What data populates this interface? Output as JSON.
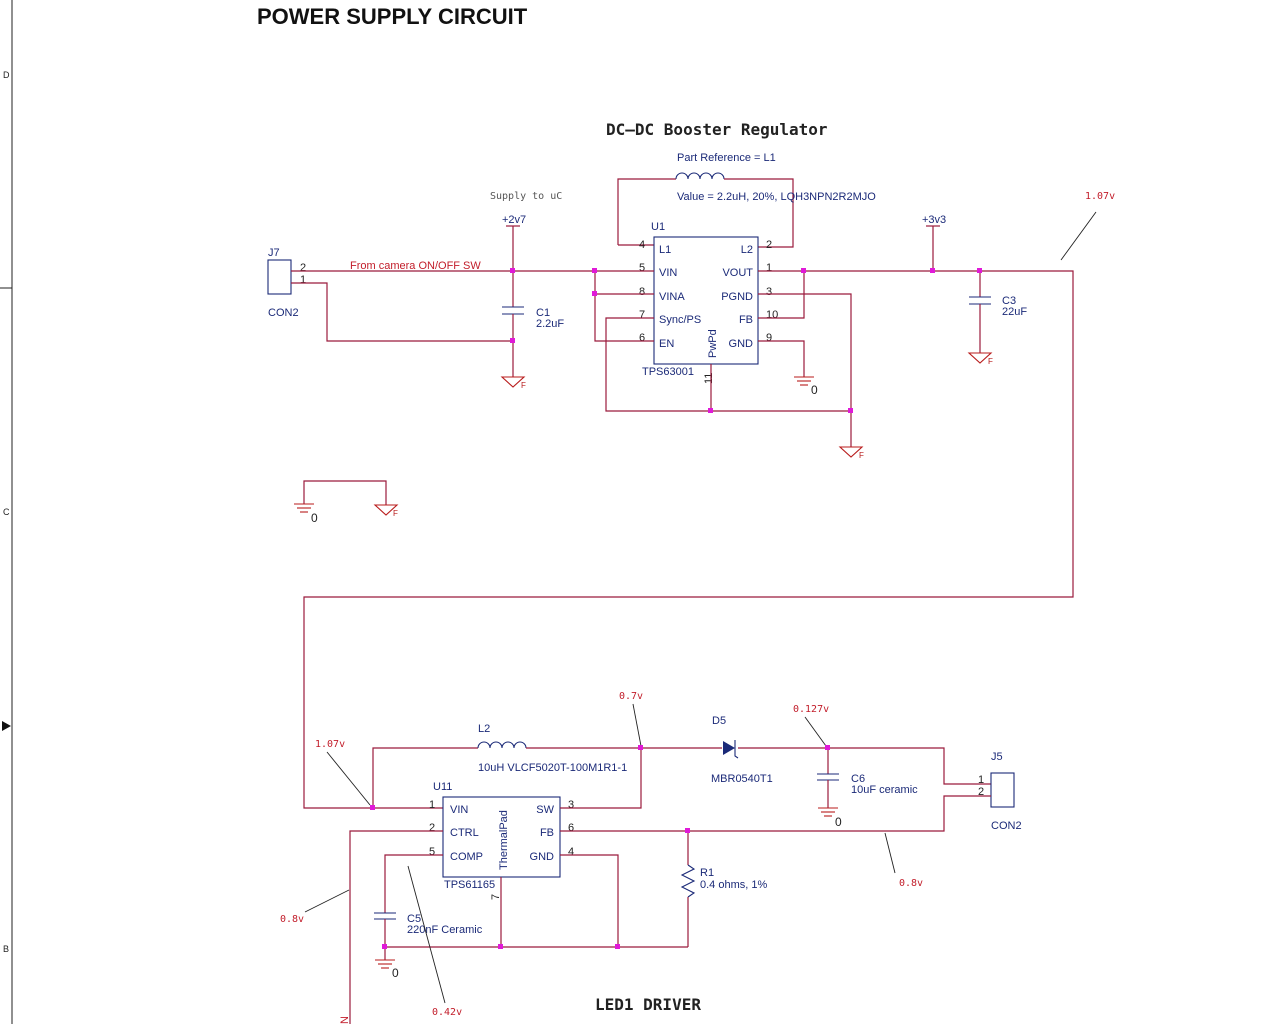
{
  "title": "POWER SUPPLY CIRCUIT",
  "border_zones": [
    "D",
    "C",
    "B"
  ],
  "regulator": {
    "heading": "DC–DC Booster Regulator",
    "inductor_ref": "Part Reference = L1",
    "inductor_value": "Value = 2.2uH, 20%, LQH3NPN2R2MJO",
    "supply_note": "Supply to uC",
    "rail_2v7": "+2v7",
    "rail_3v3": "+3v3",
    "probe_1v07": "1.07v",
    "u1": {
      "ref": "U1",
      "part": "TPS63001",
      "pad": "PwPd",
      "pad_pin": "11",
      "left_pins": [
        {
          "num": "4",
          "name": "L1"
        },
        {
          "num": "5",
          "name": "VIN"
        },
        {
          "num": "8",
          "name": "VINA"
        },
        {
          "num": "7",
          "name": "Sync/PS"
        },
        {
          "num": "6",
          "name": "EN"
        }
      ],
      "right_pins": [
        {
          "num": "2",
          "name": "L2"
        },
        {
          "num": "1",
          "name": "VOUT"
        },
        {
          "num": "3",
          "name": "PGND"
        },
        {
          "num": "10",
          "name": "FB"
        },
        {
          "num": "9",
          "name": "GND"
        }
      ]
    },
    "j7": {
      "ref": "J7",
      "part": "CON2",
      "pin_top": "2",
      "pin_bottom": "1"
    },
    "from_camera": "From camera ON/OFF SW",
    "c1": {
      "ref": "C1",
      "value": "2.2uF"
    },
    "c3": {
      "ref": "C3",
      "value": "22uF"
    }
  },
  "ground_labels": {
    "zero": "0",
    "frame": "F"
  },
  "driver": {
    "heading": "LED1 DRIVER",
    "u11": {
      "ref": "U11",
      "part": "TPS61165",
      "pad": "ThermalPad",
      "pad_pin": "7",
      "left_pins": [
        {
          "num": "1",
          "name": "VIN"
        },
        {
          "num": "2",
          "name": "CTRL"
        },
        {
          "num": "5",
          "name": "COMP"
        }
      ],
      "right_pins": [
        {
          "num": "3",
          "name": "SW"
        },
        {
          "num": "6",
          "name": "FB"
        },
        {
          "num": "4",
          "name": "GND"
        }
      ]
    },
    "l2": {
      "ref": "L2",
      "value": "10uH VLCF5020T-100M1R1-1"
    },
    "d5": {
      "ref": "D5",
      "part": "MBR0540T1"
    },
    "c6": {
      "ref": "C6",
      "value": "10uF ceramic"
    },
    "c5": {
      "ref": "C5",
      "value": "220nF Ceramic"
    },
    "r1": {
      "ref": "R1",
      "value": "0.4 ohms, 1%"
    },
    "j5": {
      "ref": "J5",
      "part": "CON2",
      "pin_top": "1",
      "pin_bottom": "2"
    },
    "probes": {
      "vin": "1.07v",
      "sw": "0.7v",
      "vout": "0.127v",
      "fb": "0.8v",
      "ctrl": "0.8v",
      "comp": "0.42v"
    },
    "net_tag": "N"
  }
}
